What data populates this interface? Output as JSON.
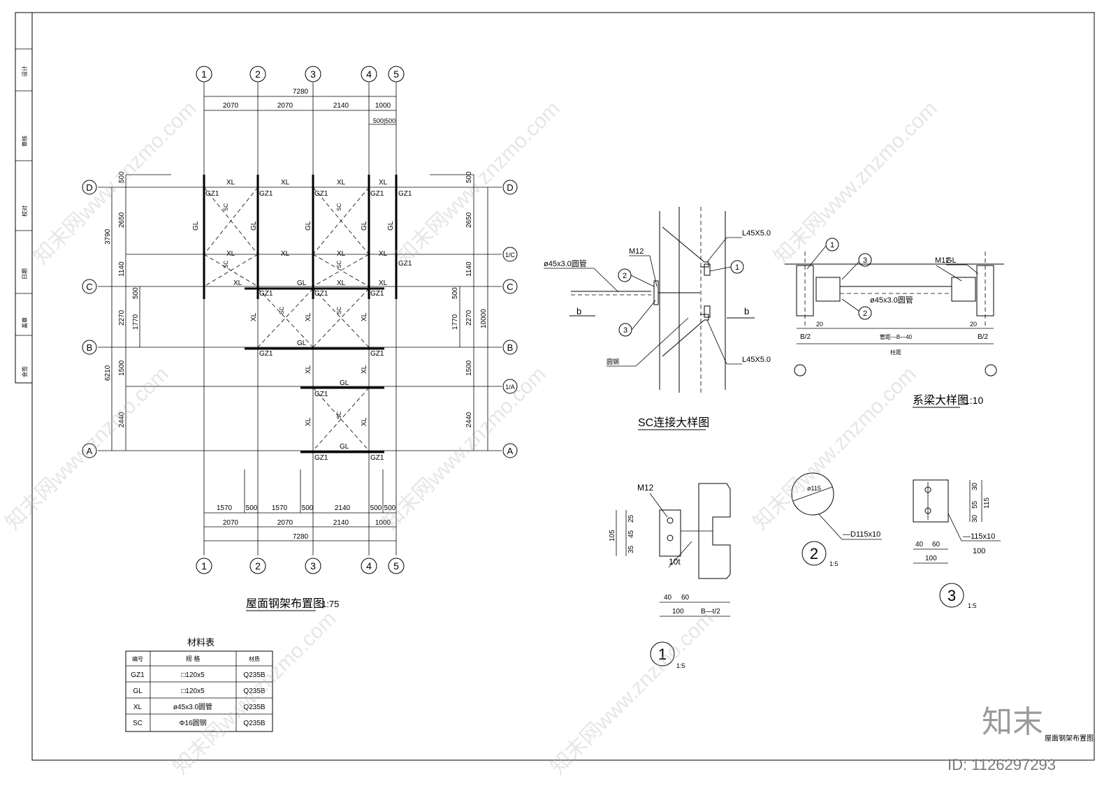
{
  "plan": {
    "axes_top": [
      "1",
      "2",
      "3",
      "4",
      "5"
    ],
    "axes_side": [
      "D",
      "1/C",
      "C",
      "B",
      "1/A",
      "A"
    ],
    "dims_top_total": "7280",
    "dims_top_spans": [
      "2070",
      "2070",
      "2140",
      "1000"
    ],
    "dims_top_extra": "500|500",
    "dims_left": [
      "500",
      "2650",
      "1140",
      "2270",
      "1770",
      "500",
      "1500",
      "2440"
    ],
    "dims_left_total_1": "3790",
    "dims_left_total_2": "6210",
    "dims_right_total": "10000",
    "dims_bottom_spans": [
      "1570",
      "500",
      "1570",
      "500",
      "2140",
      "500",
      "500"
    ],
    "dims_bottom_2": [
      "2070",
      "2070",
      "2140",
      "1000"
    ],
    "dims_bottom_total": "7280",
    "labels": {
      "gz": "GZ1",
      "gl": "GL",
      "xl": "XL",
      "sc": "SC"
    },
    "title": "屋面钢架布置图",
    "scale": "1:75"
  },
  "sc_detail": {
    "title": "SC连接大样图",
    "pipe": "ø45x3.0圆管",
    "bolt": "M12",
    "angle_top": "L45X5.0",
    "angle_bottom": "L45X5.0",
    "rod": "圆钢",
    "section": "b",
    "callouts": [
      "1",
      "2",
      "3"
    ]
  },
  "beam_detail": {
    "title": "系梁大样图",
    "scale": "1:10",
    "gl": "GL",
    "bolt": "M12",
    "pipe": "ø45x3.0圆管",
    "dims": [
      "B/2",
      "20",
      "管距—B—40",
      "20",
      "B/2"
    ],
    "bottom": "柱距",
    "callouts": [
      "1",
      "2",
      "3"
    ]
  },
  "detail1": {
    "bolt": "M12",
    "dims_v": [
      "105",
      "25",
      "45",
      "35"
    ],
    "plate": "10t",
    "dims_h": [
      "40",
      "60"
    ],
    "dims_h2": [
      "100",
      "B—t/2"
    ],
    "id": "1",
    "scale": "1:5"
  },
  "detail2": {
    "dia": "ø115",
    "plate": "—D115x10",
    "id": "2",
    "scale": "1:5"
  },
  "detail3": {
    "dims_v": [
      "30",
      "55",
      "30",
      "115"
    ],
    "plate": "—115x10",
    "plate_sub": "100",
    "dims_h": [
      "40",
      "60"
    ],
    "dims_h2": "100",
    "id": "3",
    "scale": "1:5"
  },
  "material_table": {
    "title": "材料表",
    "headers": [
      "编号",
      "规 格",
      "材质"
    ],
    "rows": [
      [
        "GZ1",
        "□120x5",
        "Q235B"
      ],
      [
        "GL",
        "□120x5",
        "Q235B"
      ],
      [
        "XL",
        "ø45x3.0圆管",
        "Q235B"
      ],
      [
        "SC",
        "Φ16圆钢",
        "Q235B"
      ]
    ]
  },
  "title_block": {
    "left_labels": [
      "设计",
      "审核",
      "校对",
      "会签",
      "日期",
      "盖章"
    ],
    "drawing_name": "屋面钢架布置图"
  },
  "watermark": {
    "text": "知末网www.znzmo.com",
    "logo": "知末",
    "id": "ID: 1126297293"
  }
}
